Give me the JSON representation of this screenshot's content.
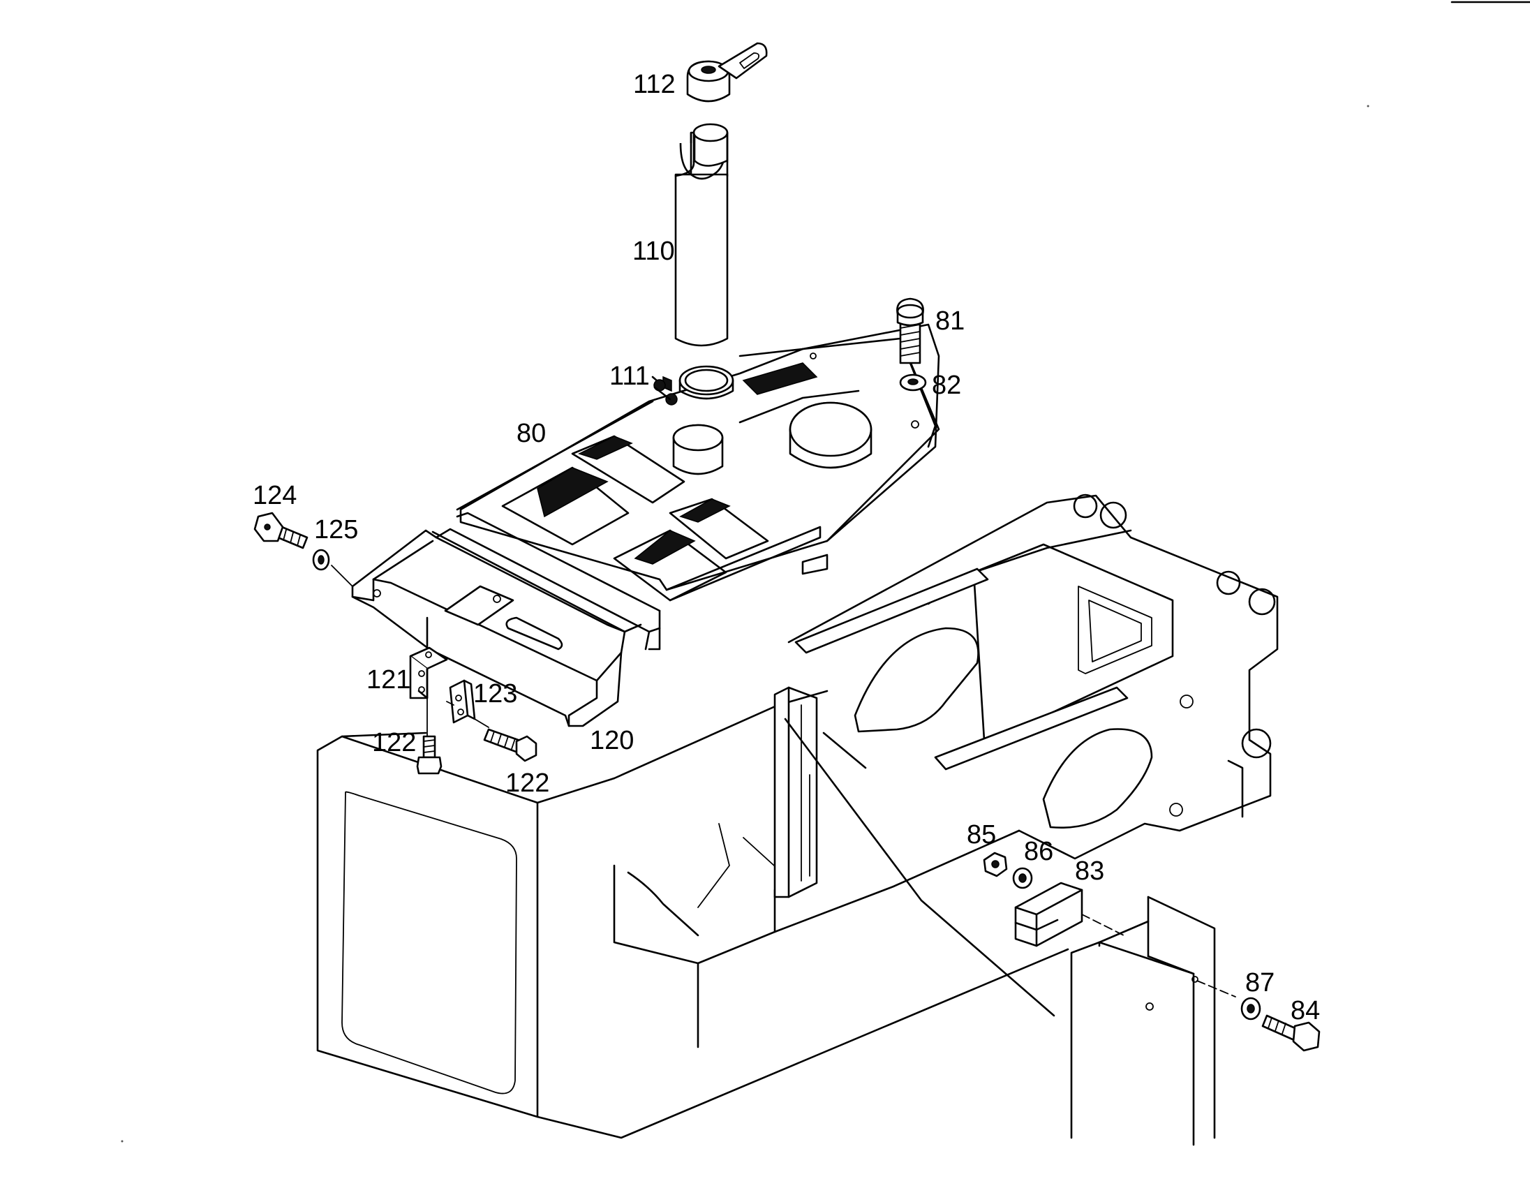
{
  "labels": {
    "p112": "112",
    "p110": "110",
    "p111": "111",
    "p80": "80",
    "p81": "81",
    "p82": "82",
    "p124": "124",
    "p125": "125",
    "p121": "121",
    "p123": "123",
    "p120": "120",
    "p122a": "122",
    "p122b": "122",
    "p85": "85",
    "p86": "86",
    "p83": "83",
    "p87": "87",
    "p84": "84"
  }
}
